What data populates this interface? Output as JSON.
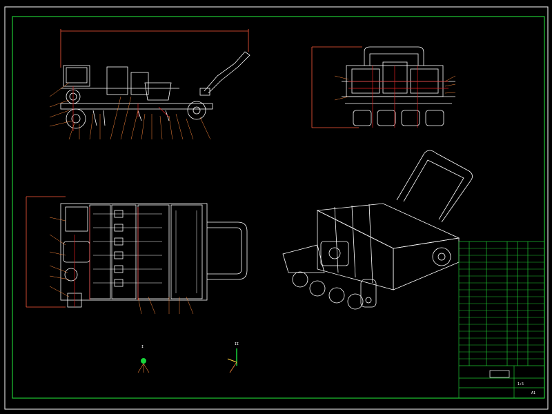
{
  "drawing": {
    "colors": {
      "background": "#000000",
      "frame_outer": "#ffffff",
      "frame_inner": "#1ec832",
      "outline": "#ffffff",
      "dimension": "#ff5a3c",
      "leader": "#ff8a3c",
      "title_block": "#1ec832",
      "centerline": "#e02020"
    },
    "detail_labels": [
      "I",
      "II"
    ],
    "title_block": {
      "scale": "1:5",
      "sheet": "A1"
    }
  }
}
